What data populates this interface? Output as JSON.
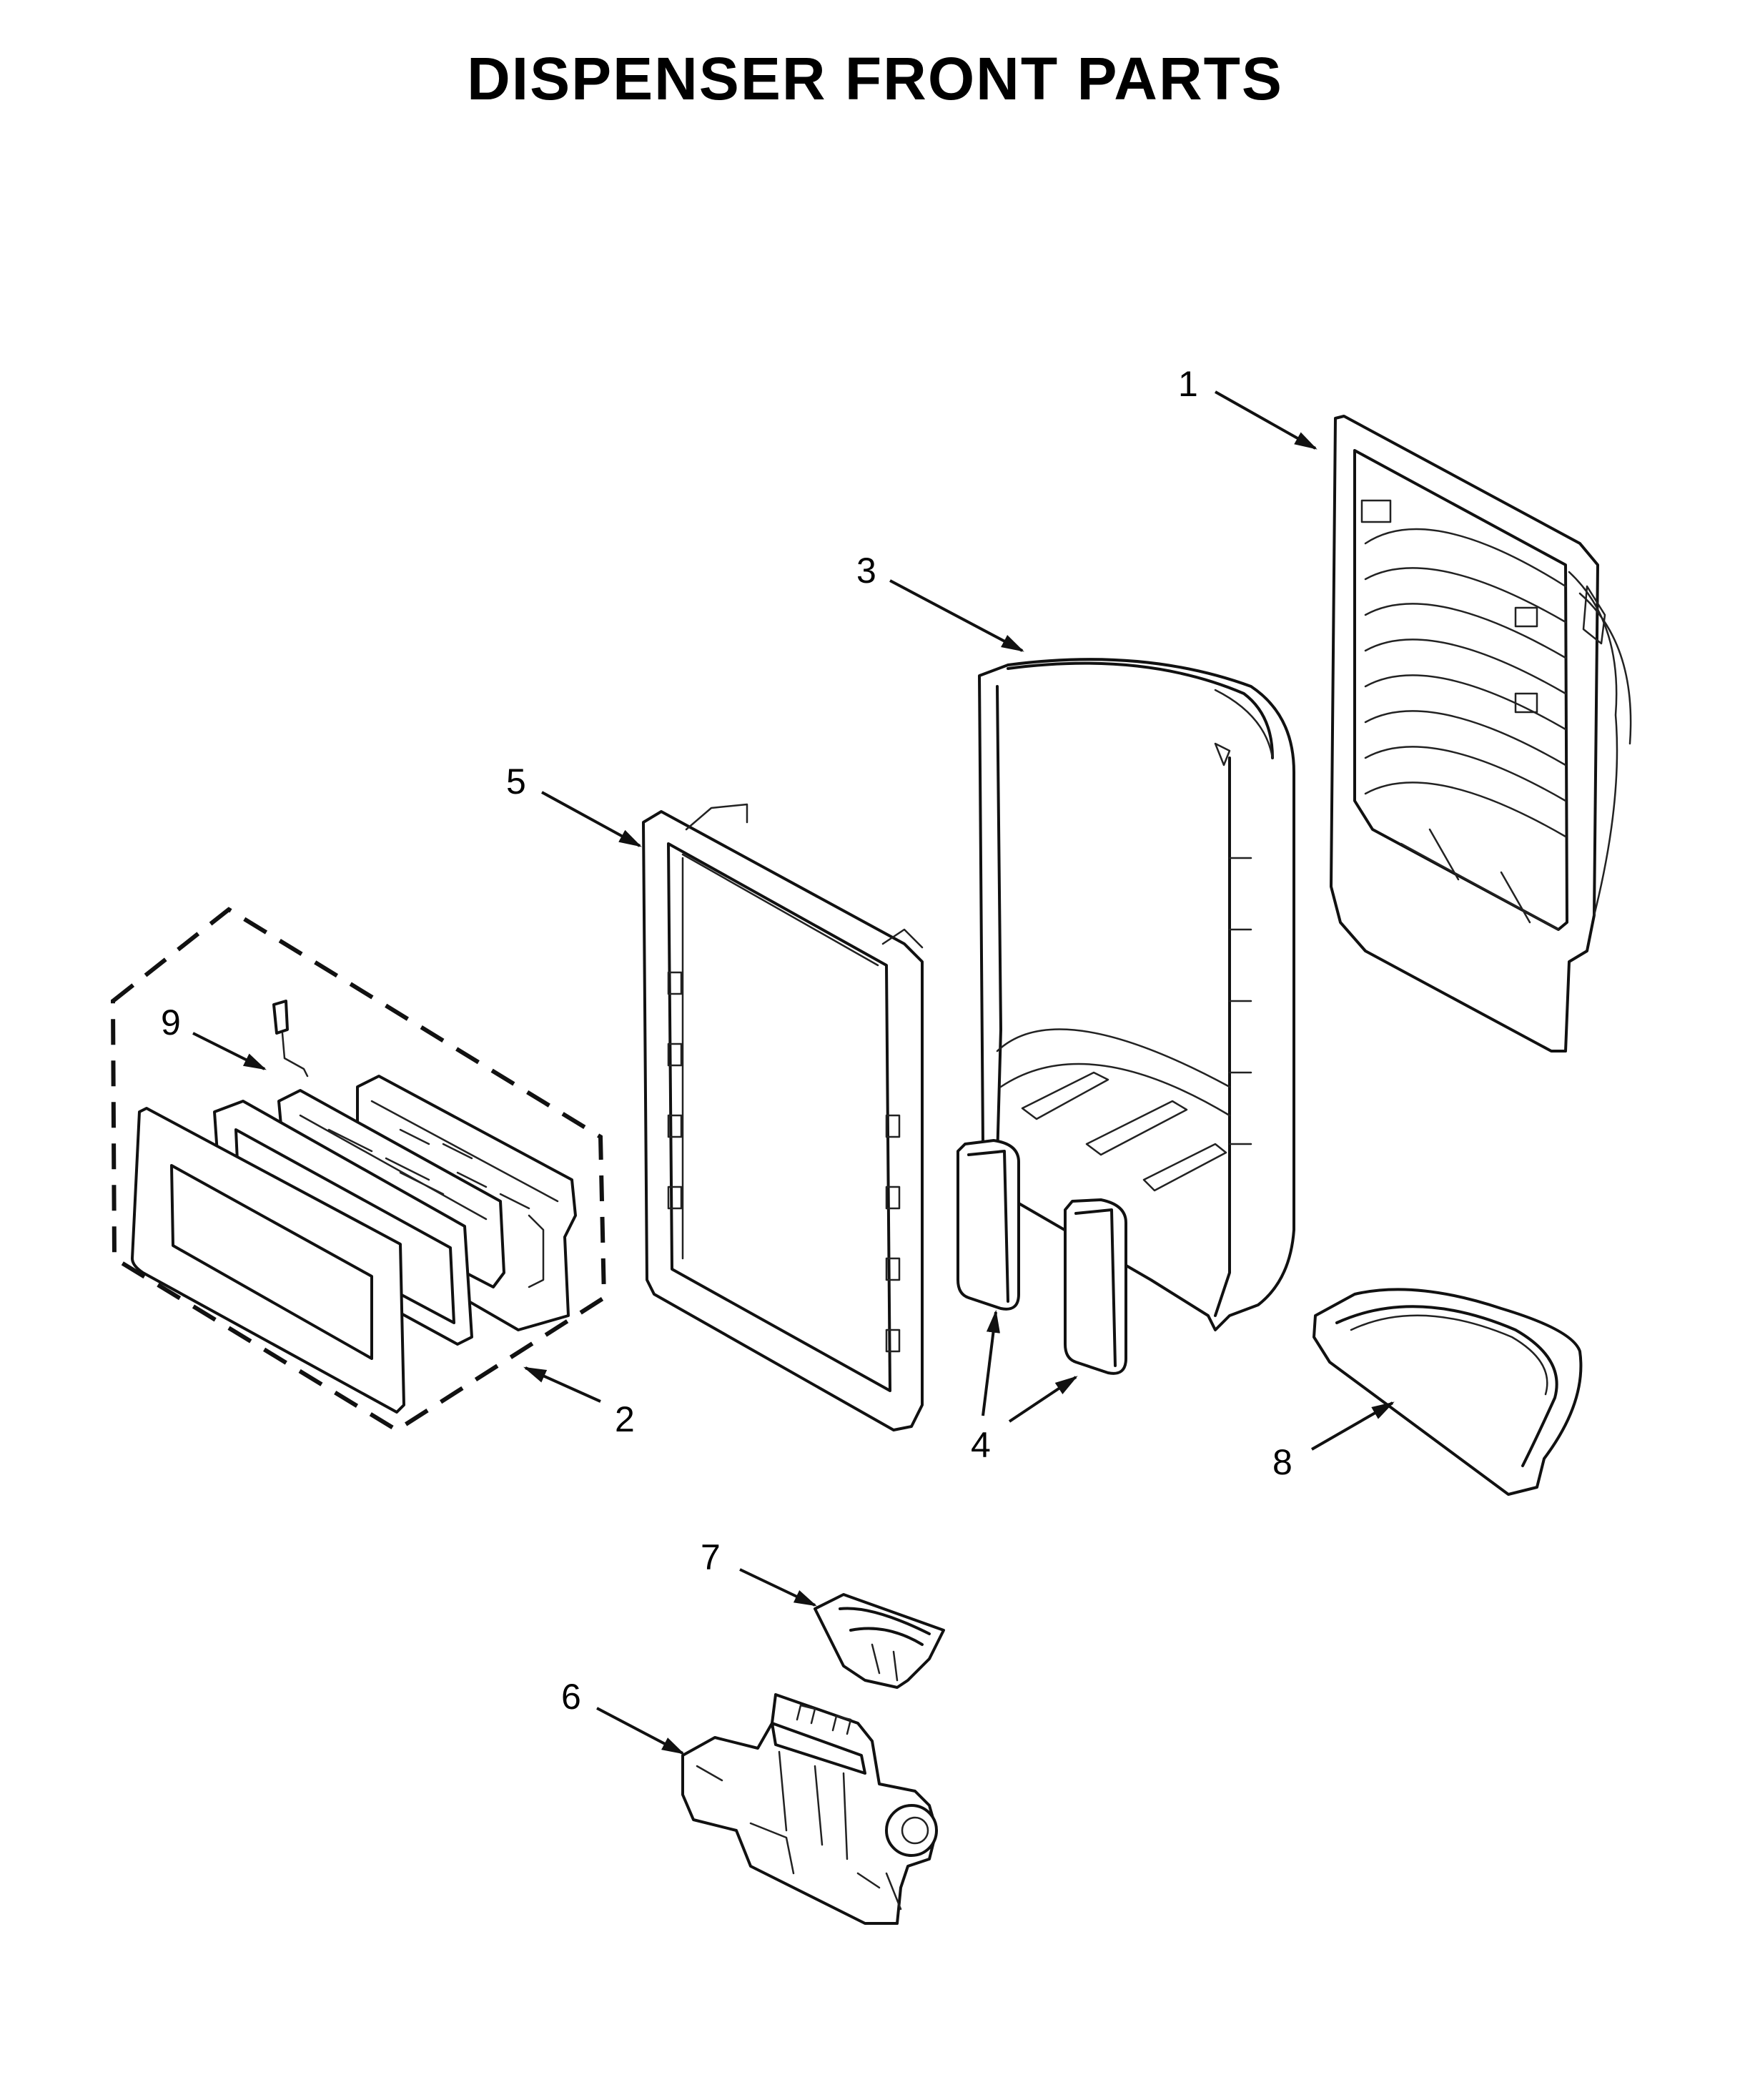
{
  "title": "DISPENSER FRONT PARTS",
  "callouts": {
    "c1": "1",
    "c2": "2",
    "c3": "3",
    "c4": "4",
    "c5": "5",
    "c6": "6",
    "c7": "7",
    "c8": "8",
    "c9": "9"
  }
}
